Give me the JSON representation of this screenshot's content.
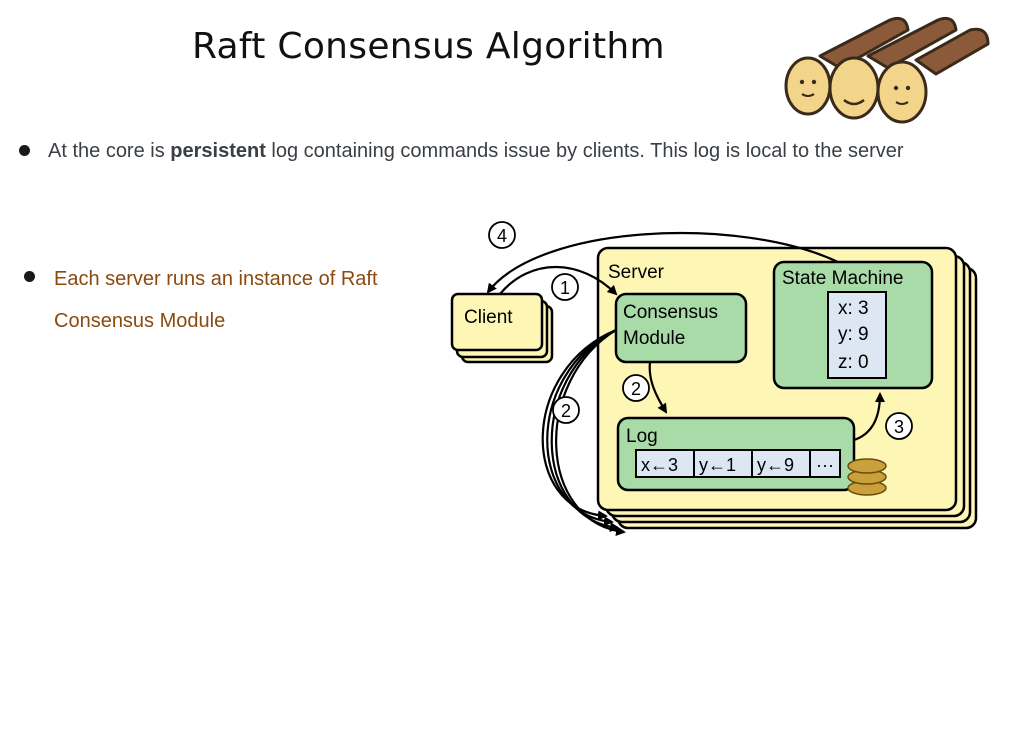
{
  "title": "Raft Consensus Algorithm",
  "bullets": [
    {
      "text_before": "At the core is ",
      "text_bold": "persistent",
      "text_after": " log containing commands issue by clients. This log is local to the server"
    },
    {
      "text": "Each server runs an instance of Raft Consensus Module"
    }
  ],
  "diagram": {
    "server_label": "Server",
    "client_label": "Client",
    "consensus_label_line1": "Consensus",
    "consensus_label_line2": "Module",
    "state_machine_label": "State Machine",
    "state_values": [
      "x: 3",
      "y: 9",
      "z: 0"
    ],
    "log_label": "Log",
    "log_entries": [
      "x←3",
      "y←1",
      "y←9",
      "···"
    ],
    "step_labels": [
      "1",
      "2",
      "2",
      "3",
      "4"
    ]
  },
  "colors": {
    "server_fill": "#fdf6b5",
    "module_fill": "#a8dba8",
    "entry_fill": "#dde6f3",
    "client_fill": "#fdf6b5",
    "accent_text": "#8a4a10"
  }
}
